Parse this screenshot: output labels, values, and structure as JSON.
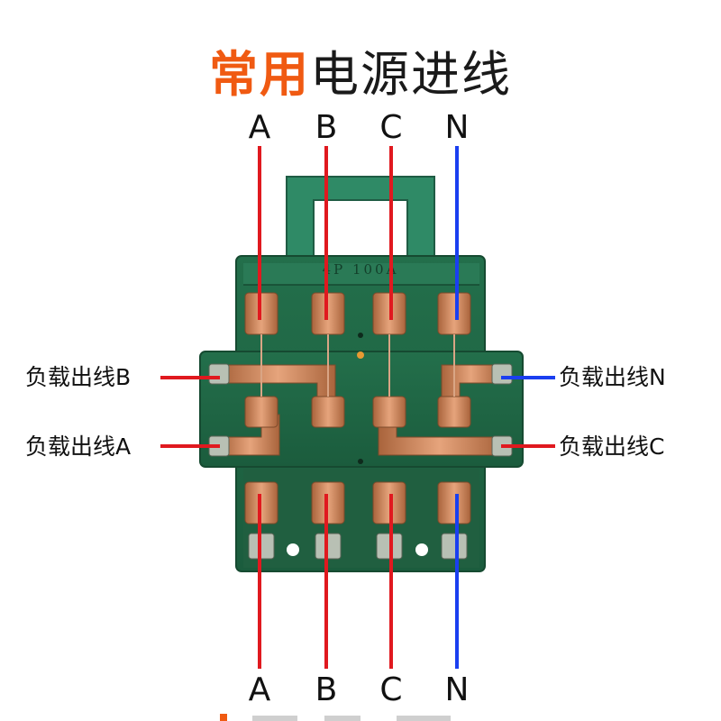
{
  "title": {
    "highlight": "常用",
    "rest": "电源进线"
  },
  "device": {
    "rating_text": "4P 100A"
  },
  "top_phases": [
    "A",
    "B",
    "C",
    "N"
  ],
  "bottom_phases": [
    "A",
    "B",
    "C",
    "N"
  ],
  "load_outputs": {
    "left_top": "负载出线B",
    "left_bottom": "负载出线A",
    "right_top": "负载出线N",
    "right_bottom": "负载出线C"
  },
  "colors": {
    "phase_wire": "#e0191f",
    "neutral_wire": "#1a3ff0",
    "body": "#1f6a46",
    "handle": "#2f8a66",
    "copper": "#c9835a",
    "title_highlight": "#f05a12"
  }
}
